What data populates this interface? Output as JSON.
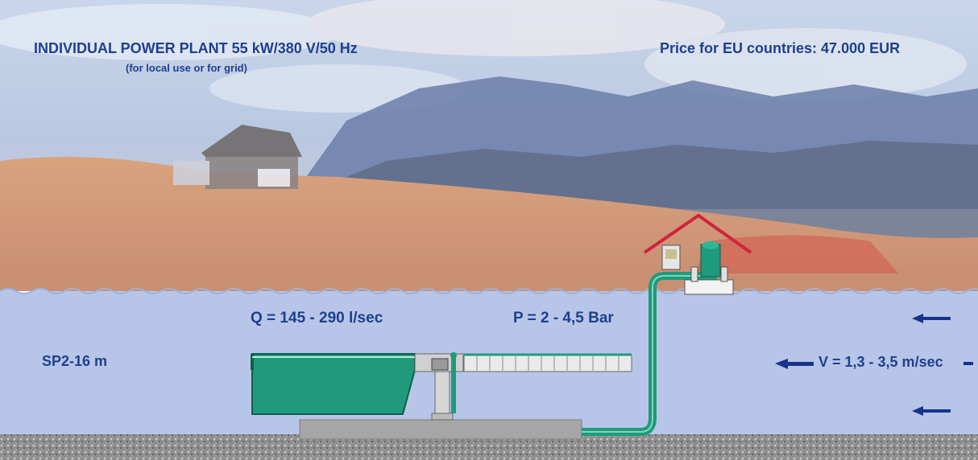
{
  "texts": {
    "title": "INDIVIDUAL POWER PLANT 55 kW/380 V/50 Hz",
    "subtitle": "(for local use or for grid)",
    "price": "Price for EU countries: 47.000 EUR",
    "flow": "Q = 145 - 290 l/sec",
    "pressure": "P = 2 - 4,5  Bar",
    "model": "SP2-16 m",
    "velocity": "V = 1,3 - 3,5 m/sec"
  },
  "colors": {
    "text": "#1f3f8f",
    "water": "#b7c6e8",
    "pipe": "#1f9a7b",
    "roof": "#d0243b",
    "arrow": "#17338a",
    "riverbed": "#8e8e8e"
  },
  "icons": [
    "flow-direction-arrow",
    "power-house",
    "generator-unit",
    "intake-box",
    "trash-rack"
  ]
}
